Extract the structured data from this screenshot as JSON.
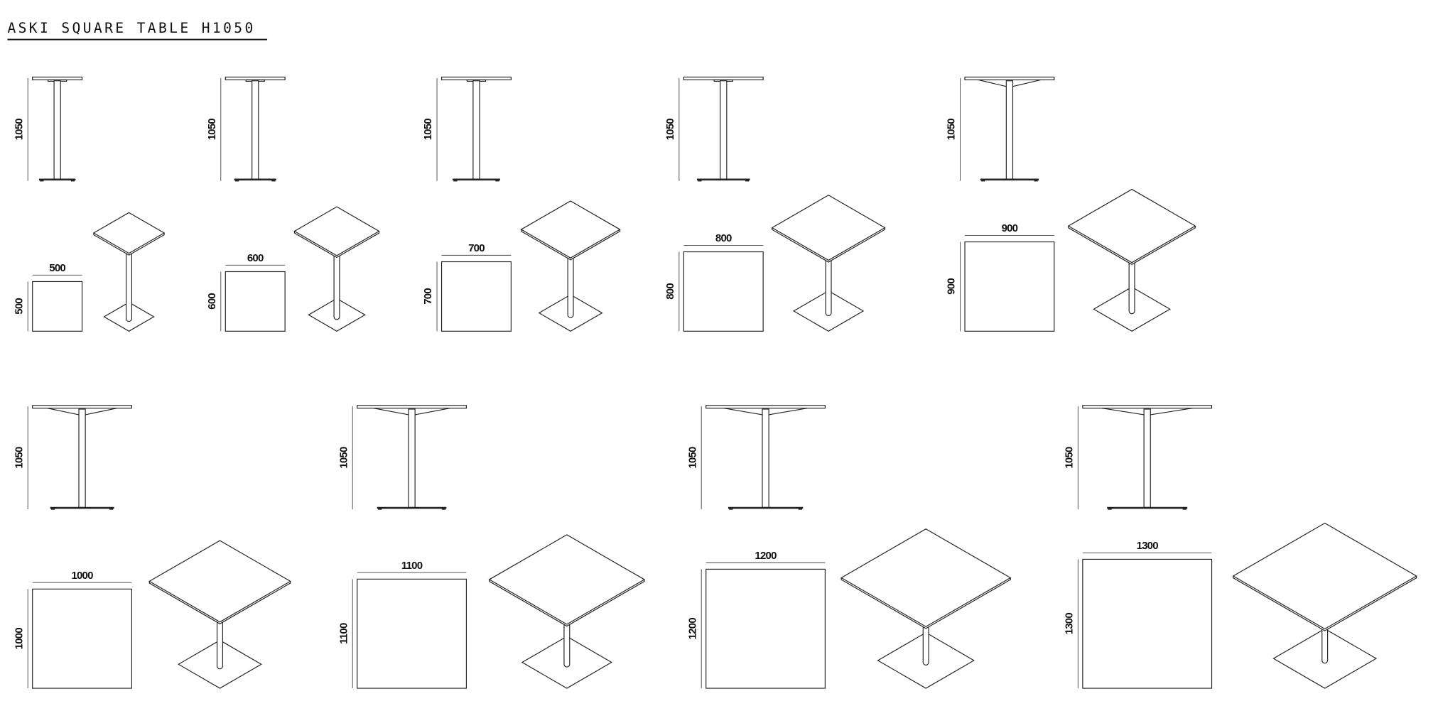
{
  "title": "ASKI SQUARE TABLE H1050",
  "tables": [
    {
      "size": 500,
      "width_label": "500",
      "depth_label": "500",
      "height_label": "1050"
    },
    {
      "size": 600,
      "width_label": "600",
      "depth_label": "600",
      "height_label": "1050"
    },
    {
      "size": 700,
      "width_label": "700",
      "depth_label": "700",
      "height_label": "1050"
    },
    {
      "size": 800,
      "width_label": "800",
      "depth_label": "800",
      "height_label": "1050"
    },
    {
      "size": 900,
      "width_label": "900",
      "depth_label": "900",
      "height_label": "1050"
    },
    {
      "size": 1000,
      "width_label": "1000",
      "depth_label": "1000",
      "height_label": "1050"
    },
    {
      "size": 1100,
      "width_label": "1100",
      "depth_label": "1100",
      "height_label": "1050"
    },
    {
      "size": 1200,
      "width_label": "1200",
      "depth_label": "1200",
      "height_label": "1050"
    },
    {
      "size": 1300,
      "width_label": "1300",
      "depth_label": "1300",
      "height_label": "1050"
    }
  ]
}
